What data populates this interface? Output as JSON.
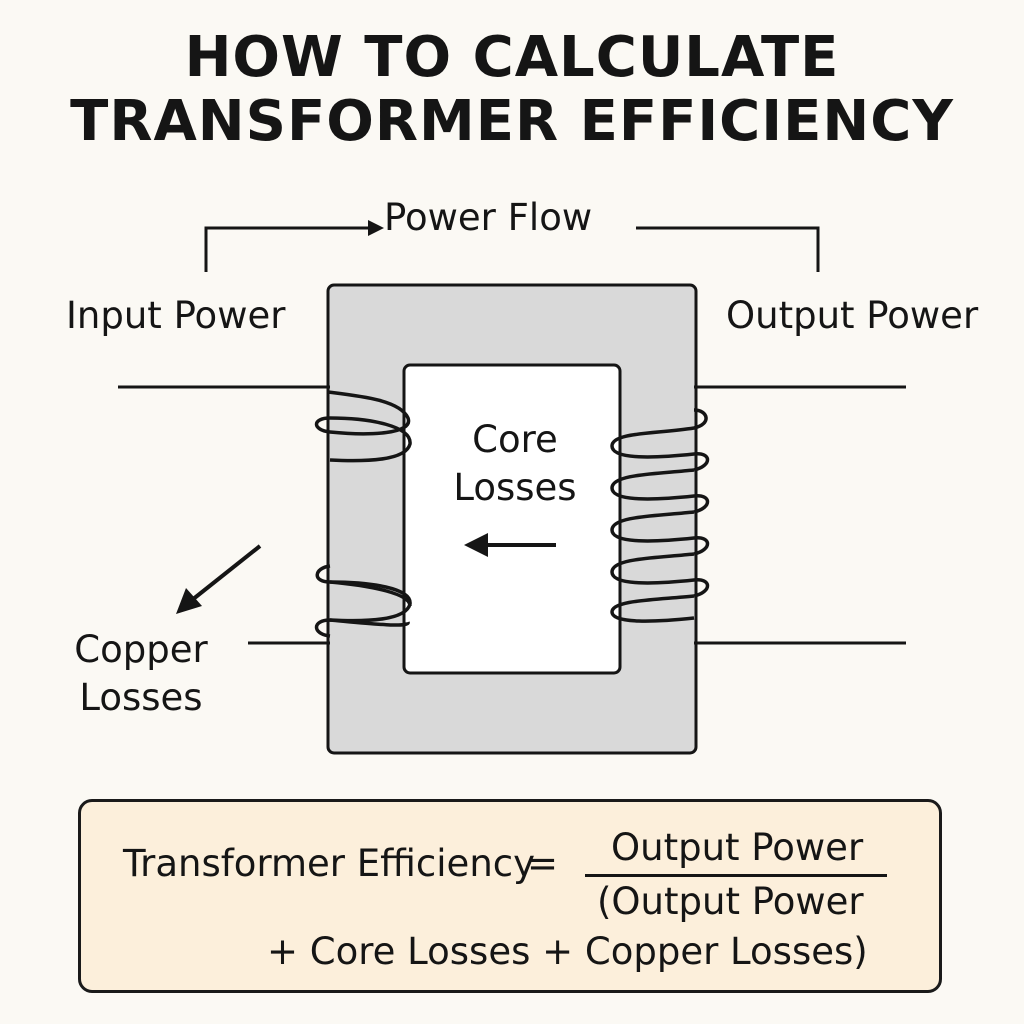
{
  "title": {
    "line1": "HOW TO CALCULATE",
    "line2": "TRANSFORMER EFFICIENCY"
  },
  "diagram": {
    "power_flow_label": "Power Flow",
    "input_label": "Input Power",
    "output_label": "Output Power",
    "core_losses_line1": "Core",
    "core_losses_line2": "Losses",
    "copper_losses_line1": "Copper",
    "copper_losses_line2": "Losses"
  },
  "formula": {
    "lhs": "Transformer Efficiency",
    "equals": "=",
    "numerator": "Output Power",
    "denominator_line1": "(Output Power",
    "denominator_line2": "+ Core Losses + Copper Losses)"
  },
  "colors": {
    "background": "#fbf9f4",
    "core_fill": "#d9d9d9",
    "formula_fill": "#fcefdb",
    "ink": "#151515"
  }
}
